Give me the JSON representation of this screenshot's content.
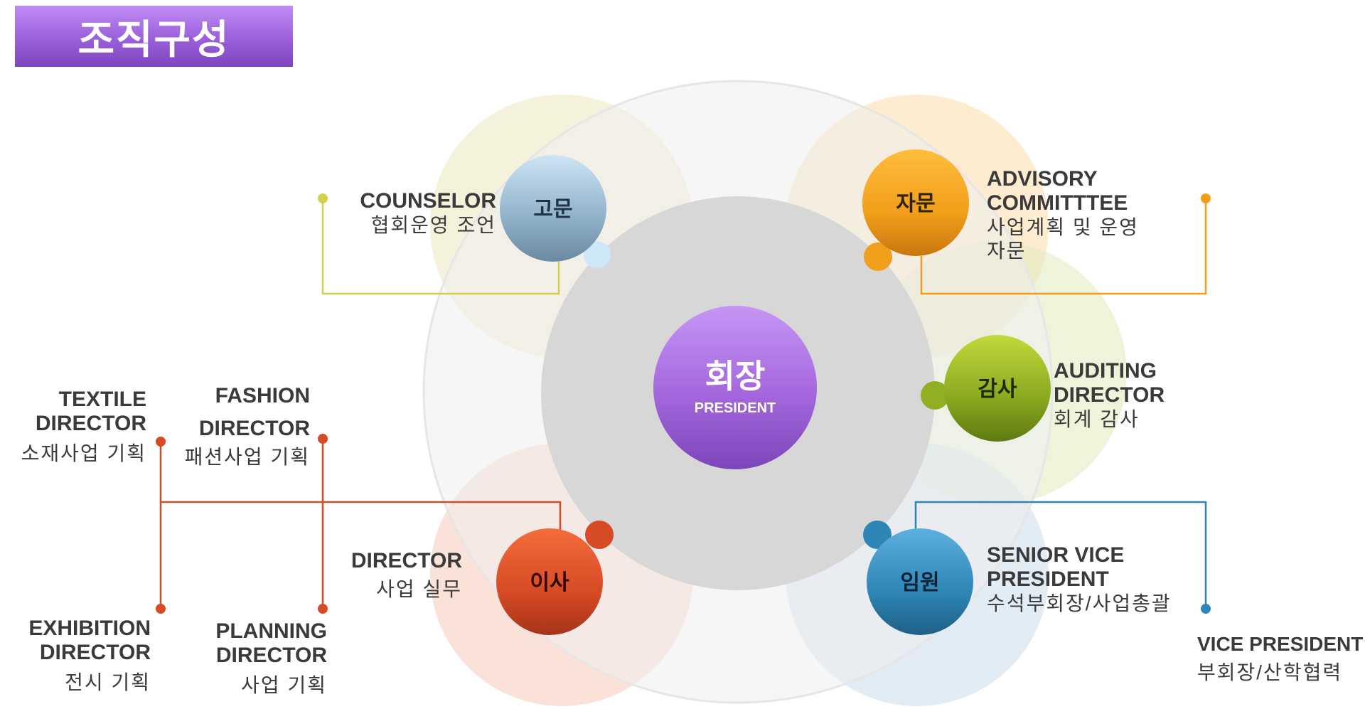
{
  "title": "조직구성",
  "colors": {
    "banner": "#9a5fd9",
    "president": "#a466dc",
    "counselor": "#8fb0c9",
    "advisory": "#f19e1a",
    "auditing": "#88a81e",
    "director": "#d64a24",
    "senior_vp": "#2e86b6"
  },
  "center": {
    "ko": "회장",
    "en": "PRESIDENT"
  },
  "nodes": {
    "counselor": {
      "ko": "고문",
      "en": "COUNSELOR",
      "desc": "협회운영 조언"
    },
    "advisory": {
      "ko": "자문",
      "en_line1": "ADVISORY",
      "en_line2": "COMMITTTEE",
      "desc_line1": "사업계획 및 운영",
      "desc_line2": "자문"
    },
    "auditing": {
      "ko": "감사",
      "en_line1": "AUDITING",
      "en_line2": "DIRECTOR",
      "desc": "회계 감사"
    },
    "director": {
      "ko": "이사",
      "en": "DIRECTOR",
      "desc": "사업 실무"
    },
    "senior_vp": {
      "ko": "임원",
      "en_line1": "SENIOR VICE",
      "en_line2": "PRESIDENT",
      "desc": "수석부회장/사업총괄"
    }
  },
  "sub": {
    "textile": {
      "en_line1": "TEXTILE",
      "en_line2": "DIRECTOR",
      "desc": "소재사업 기획"
    },
    "fashion": {
      "en_line1": "FASHION",
      "en_line2": "DIRECTOR",
      "desc": "패션사업 기획"
    },
    "exhibition": {
      "en_line1": "EXHIBITION",
      "en_line2": "DIRECTOR",
      "desc": "전시 기획"
    },
    "planning": {
      "en_line1": "PLANNING",
      "en_line2": "DIRECTOR",
      "desc": "사업 기획"
    },
    "vice_president": {
      "en": "VICE PRESIDENT",
      "desc": "부회장/산학협력"
    }
  }
}
